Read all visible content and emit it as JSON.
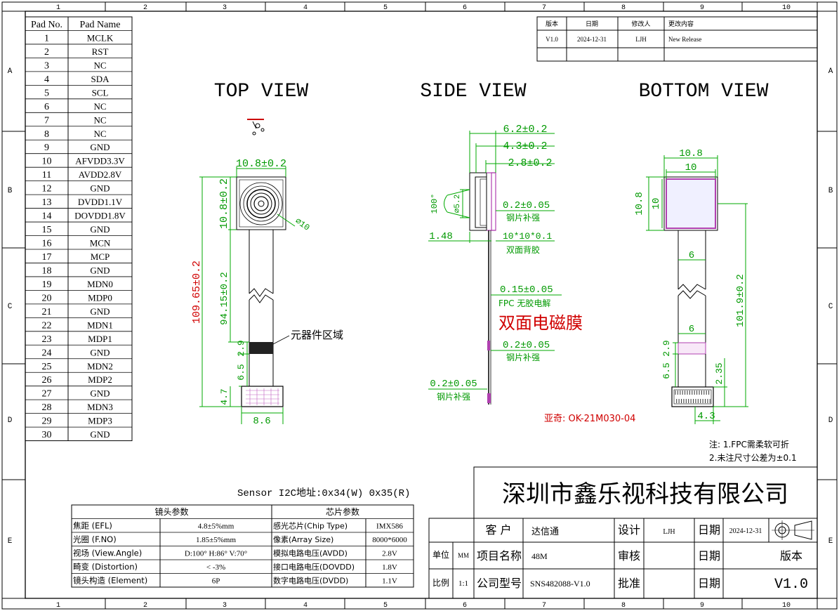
{
  "frame": {
    "cols": [
      "1",
      "2",
      "3",
      "4",
      "5",
      "6",
      "7",
      "8",
      "9",
      "10"
    ],
    "rows": [
      "A",
      "B",
      "C",
      "D",
      "E"
    ]
  },
  "revision": {
    "headers": [
      "版本",
      "日期",
      "修改人",
      "更改内容"
    ],
    "row": [
      "V1.0",
      "2024-12-31",
      "LJH",
      "New Release"
    ]
  },
  "pad_table": {
    "headers": [
      "Pad No.",
      "Pad Name"
    ],
    "rows": [
      [
        "1",
        "MCLK"
      ],
      [
        "2",
        "RST"
      ],
      [
        "3",
        "NC"
      ],
      [
        "4",
        "SDA"
      ],
      [
        "5",
        "SCL"
      ],
      [
        "6",
        "NC"
      ],
      [
        "7",
        "NC"
      ],
      [
        "8",
        "NC"
      ],
      [
        "9",
        "GND"
      ],
      [
        "10",
        "AFVDD3.3V"
      ],
      [
        "11",
        "AVDD2.8V"
      ],
      [
        "12",
        "GND"
      ],
      [
        "13",
        "DVDD1.1V"
      ],
      [
        "14",
        "DOVDD1.8V"
      ],
      [
        "15",
        "GND"
      ],
      [
        "16",
        "MCN"
      ],
      [
        "17",
        "MCP"
      ],
      [
        "18",
        "GND"
      ],
      [
        "19",
        "MDN0"
      ],
      [
        "20",
        "MDP0"
      ],
      [
        "21",
        "GND"
      ],
      [
        "22",
        "MDN1"
      ],
      [
        "23",
        "MDP1"
      ],
      [
        "24",
        "GND"
      ],
      [
        "25",
        "MDN2"
      ],
      [
        "26",
        "MDP2"
      ],
      [
        "27",
        "GND"
      ],
      [
        "28",
        "MDN3"
      ],
      [
        "29",
        "MDP3"
      ],
      [
        "30",
        "GND"
      ]
    ]
  },
  "views": {
    "top": "TOP VIEW",
    "side": "SIDE VIEW",
    "bottom": "BOTTOM VIEW"
  },
  "top_view": {
    "dim_width": "10.8±0.2",
    "dim_height": "10.8±0.2",
    "dim_diameter": "⌀10",
    "dim_total": "109.65±0.2",
    "dim_fpc": "94.15±0.2",
    "dim_comp": "2.9",
    "dim_gap": "6.5",
    "dim_conn": "4.7",
    "dim_conn_w": "8.6",
    "label_component": "元器件区域"
  },
  "side_view": {
    "dim_62": "6.2±0.2",
    "dim_43": "4.3±0.2",
    "dim_28": "2.8±0.2",
    "dim_angle": "100°",
    "dim_dia": "⌀5.2",
    "dim_148": "1.48",
    "stiff1_dim": "0.2±0.05",
    "stiff1_label": "钢片补强",
    "tape_dim": "10*10*0.1",
    "tape_label": "双面背胶",
    "fpc_dim": "0.15±0.05",
    "fpc_label": "FPC 无胶电解",
    "emi_label": "双面电磁膜",
    "stiff2_dim": "0.2±0.05",
    "stiff2_label": "钢片补强",
    "stiff3_dim": "0.2±0.05",
    "stiff3_label": "钢片补强"
  },
  "bottom_view": {
    "dim_108w": "10.8",
    "dim_10w": "10",
    "dim_108h": "10.8",
    "dim_10h": "10",
    "dim_6a": "6",
    "dim_6b": "6",
    "dim_1019": "101.9±0.2",
    "dim_29": "2.9",
    "dim_65": "6.5",
    "dim_235": "2.35",
    "dim_43": "4.3",
    "connector": "亚奇: OK-21M030-04"
  },
  "notes": {
    "n1": "注: 1.FPC需柔软可折",
    "n2": "2.未注尺寸公差为±0.1"
  },
  "sensor_addr": "Sensor I2C地址:0x34(W) 0x35(R)",
  "param_table": {
    "lens_header": "镜头参数",
    "chip_header": "芯片参数",
    "rows": [
      [
        "焦距 (EFL)",
        "4.8±5%mm",
        "感光芯片(Chip Type)",
        "IMX586"
      ],
      [
        "光圈 (F.NO)",
        "1.85±5%mm",
        "像素(Array Size)",
        "8000*6000"
      ],
      [
        "视场 (View.Angle)",
        "D:100° H:86° V:70°",
        "模拟电路电压(AVDD)",
        "2.8V"
      ],
      [
        "畸变 (Distortion)",
        "< -3%",
        "接口电路电压(DOVDD)",
        "1.8V"
      ],
      [
        "镜头构造 (Element)",
        "6P",
        "数字电路电压(DVDD)",
        "1.1V"
      ]
    ]
  },
  "title_block": {
    "company": "深圳市鑫乐视科技有限公司",
    "customer_label": "客   户",
    "customer": "达信通",
    "design_label": "设计",
    "designer": "LJH",
    "date_label": "日期",
    "date": "2024-12-31",
    "unit_label": "单位",
    "unit": "MM",
    "project_label": "项目名称",
    "project": "48M",
    "review_label": "审核",
    "date2_label": "日期",
    "version_label": "版本",
    "scale_label": "比例",
    "scale": "1:1",
    "model_label": "公司型号",
    "model": "SNS482088-V1.0",
    "approve_label": "批准",
    "date3_label": "日期",
    "version": "V1.0"
  }
}
